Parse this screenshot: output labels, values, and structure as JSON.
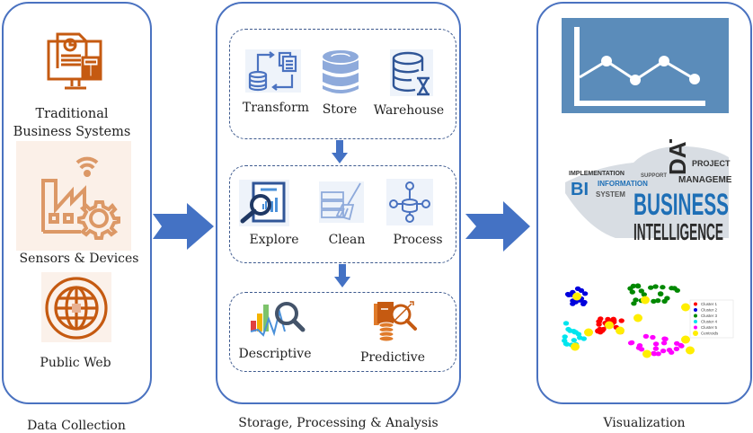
{
  "columns": {
    "collection": {
      "caption": "Data Collection",
      "items": [
        {
          "label_lines": [
            "Traditional",
            "Business Systems"
          ],
          "icon": "computer-report-calculator-icon"
        },
        {
          "label": "Sensors & Devices",
          "icon": "factory-wifi-gear-icon"
        },
        {
          "label": "Public Web",
          "icon": "globe-icon"
        }
      ]
    },
    "processing": {
      "caption": "Storage, Processing & Analysis",
      "groups": [
        {
          "items": [
            {
              "label": "Transform",
              "icon": "database-transform-icon"
            },
            {
              "label": "Store",
              "icon": "database-stack-icon"
            },
            {
              "label": "Warehouse",
              "icon": "database-hourglass-icon"
            }
          ]
        },
        {
          "items": [
            {
              "label": "Explore",
              "icon": "magnifier-report-icon"
            },
            {
              "label": "Clean",
              "icon": "broom-server-icon"
            },
            {
              "label": "Process",
              "icon": "database-network-icon"
            }
          ]
        },
        {
          "items": [
            {
              "label": "Descriptive",
              "icon": "bar-chart-magnifier-icon"
            },
            {
              "label": "Predictive",
              "icon": "document-coins-magnifier-icon"
            }
          ]
        }
      ]
    },
    "visualization": {
      "caption": "Visualization",
      "wordcloud": {
        "words": [
          "DATA",
          "BUSINESS",
          "INTELLIGENCE",
          "BI",
          "INFORMATION",
          "IMPLEMENTATION",
          "SYSTEM",
          "MANAGEMENT",
          "PROJECT",
          "SUPPORT"
        ]
      },
      "cluster_legend": [
        "Cluster 1",
        "Cluster 2",
        "Cluster 3",
        "Cluster 4",
        "Cluster 5",
        "Centroids"
      ]
    }
  },
  "colors": {
    "panel_border": "#4a72c0",
    "arrow": "#4472c4",
    "icon_orange": "#c55a11",
    "icon_blue": "#44546a",
    "chart_panel": "#5b8cba",
    "cluster_colors": [
      "#ff0000",
      "#0000dd",
      "#008800",
      "#00e5ee",
      "#ff00ff",
      "#ffee00"
    ]
  }
}
